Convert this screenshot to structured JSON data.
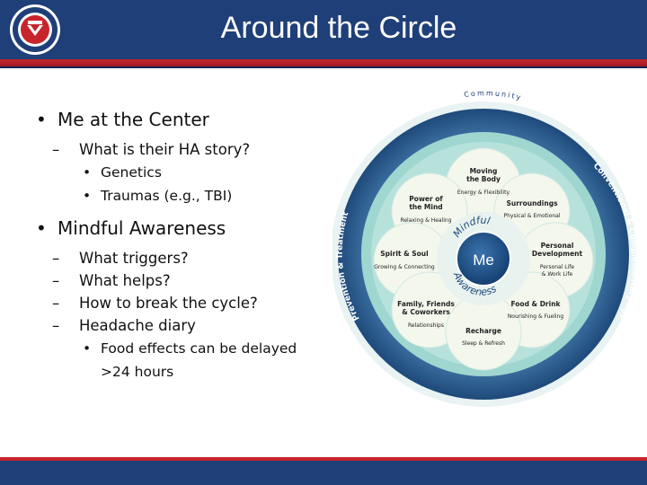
{
  "slide": {
    "title": "Around the Circle"
  },
  "bullets": {
    "b1": "Me at the Center",
    "b1_sub1": "What is their HA story?",
    "b1_sub1_a": "Genetics",
    "b1_sub1_b": "Traumas (e.g., TBI)",
    "b2": "Mindful Awareness",
    "b2_sub1": "What triggers?",
    "b2_sub2": "What helps?",
    "b2_sub3": "How to break the cycle?",
    "b2_sub4": "Headache diary",
    "b2_sub4_a_line1": "Food effects can be delayed",
    "b2_sub4_a_line2": ">24  hours"
  },
  "diagram": {
    "outer_top": "Community",
    "outer_left": "Prevention & Treatment",
    "outer_right": "Conventional & Complementary Approaches",
    "center": "Me",
    "mindful": "Mindful",
    "awareness": "Awareness",
    "petals": {
      "moving_t1": "Moving",
      "moving_t2": "the Body",
      "moving_s": "Energy & Flexibility",
      "power_t1": "Power of",
      "power_t2": "the Mind",
      "power_s": "Relaxing & Healing",
      "surr_t": "Surroundings",
      "surr_s": "Physical & Emotional",
      "spirit_t": "Spirit & Soul",
      "spirit_s": "Growing & Connecting",
      "pd_t1": "Personal",
      "pd_t2": "Development",
      "pd_s1": "Personal Life",
      "pd_s2": "& Work Life",
      "fam_t1": "Family, Friends",
      "fam_t2": "& Coworkers",
      "fam_s": "Relationships",
      "food_t": "Food & Drink",
      "food_s": "Nourishing & Fueling",
      "rech_t": "Recharge",
      "rech_s": "Sleep & Refresh"
    }
  },
  "colors": {
    "header_blue": "#1f3f78",
    "header_red": "#c8242c",
    "outer_ring": "#2b5d8c",
    "teal_ring": "#8fcfc9",
    "center": "#1d4f86",
    "petal": "#f4f7ec"
  },
  "icons": {
    "seal": "va-seal-icon"
  }
}
